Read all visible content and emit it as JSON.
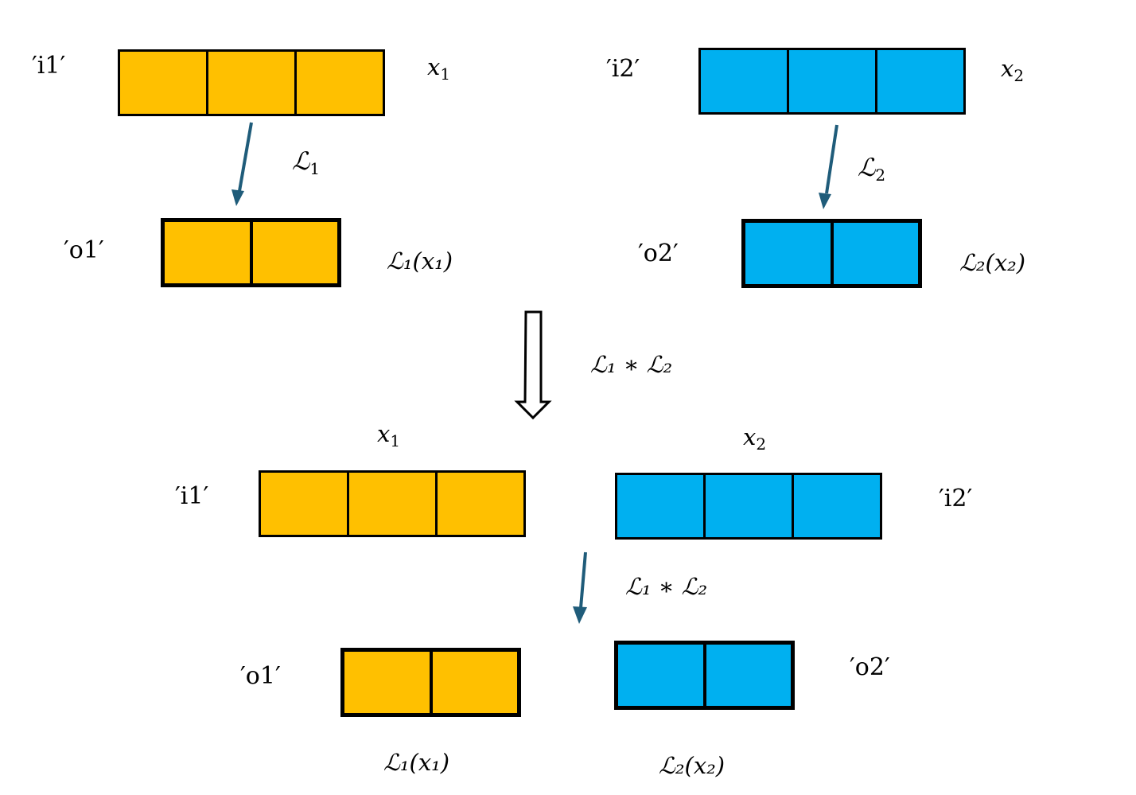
{
  "colors": {
    "input1": "#FFC000",
    "input2": "#00B0F0",
    "arrow": "#1F5C7A"
  },
  "top": {
    "left": {
      "input_name": "′i1′",
      "input_var": "x",
      "input_var_sub": "1",
      "op": "ℒ",
      "op_sub": "1",
      "output_name": "′o1′",
      "output_expr": "ℒ₁(x₁)"
    },
    "right": {
      "input_name": "′i2′",
      "input_var": "x",
      "input_var_sub": "2",
      "op": "ℒ",
      "op_sub": "2",
      "output_name": "′o2′",
      "output_expr": "ℒ₂(x₂)"
    }
  },
  "combine_label": "ℒ₁ ∗ ℒ₂",
  "bottom": {
    "left": {
      "input_name": "′i1′",
      "input_var": "x",
      "input_var_sub": "1",
      "output_name": "′o1′",
      "output_expr": "ℒ₁(x₁)"
    },
    "right": {
      "input_name": "′i2′",
      "input_var": "x",
      "input_var_sub": "2",
      "output_name": "′o2′",
      "output_expr": "ℒ₂(x₂)"
    },
    "op_label": "ℒ₁ ∗ ℒ₂"
  }
}
